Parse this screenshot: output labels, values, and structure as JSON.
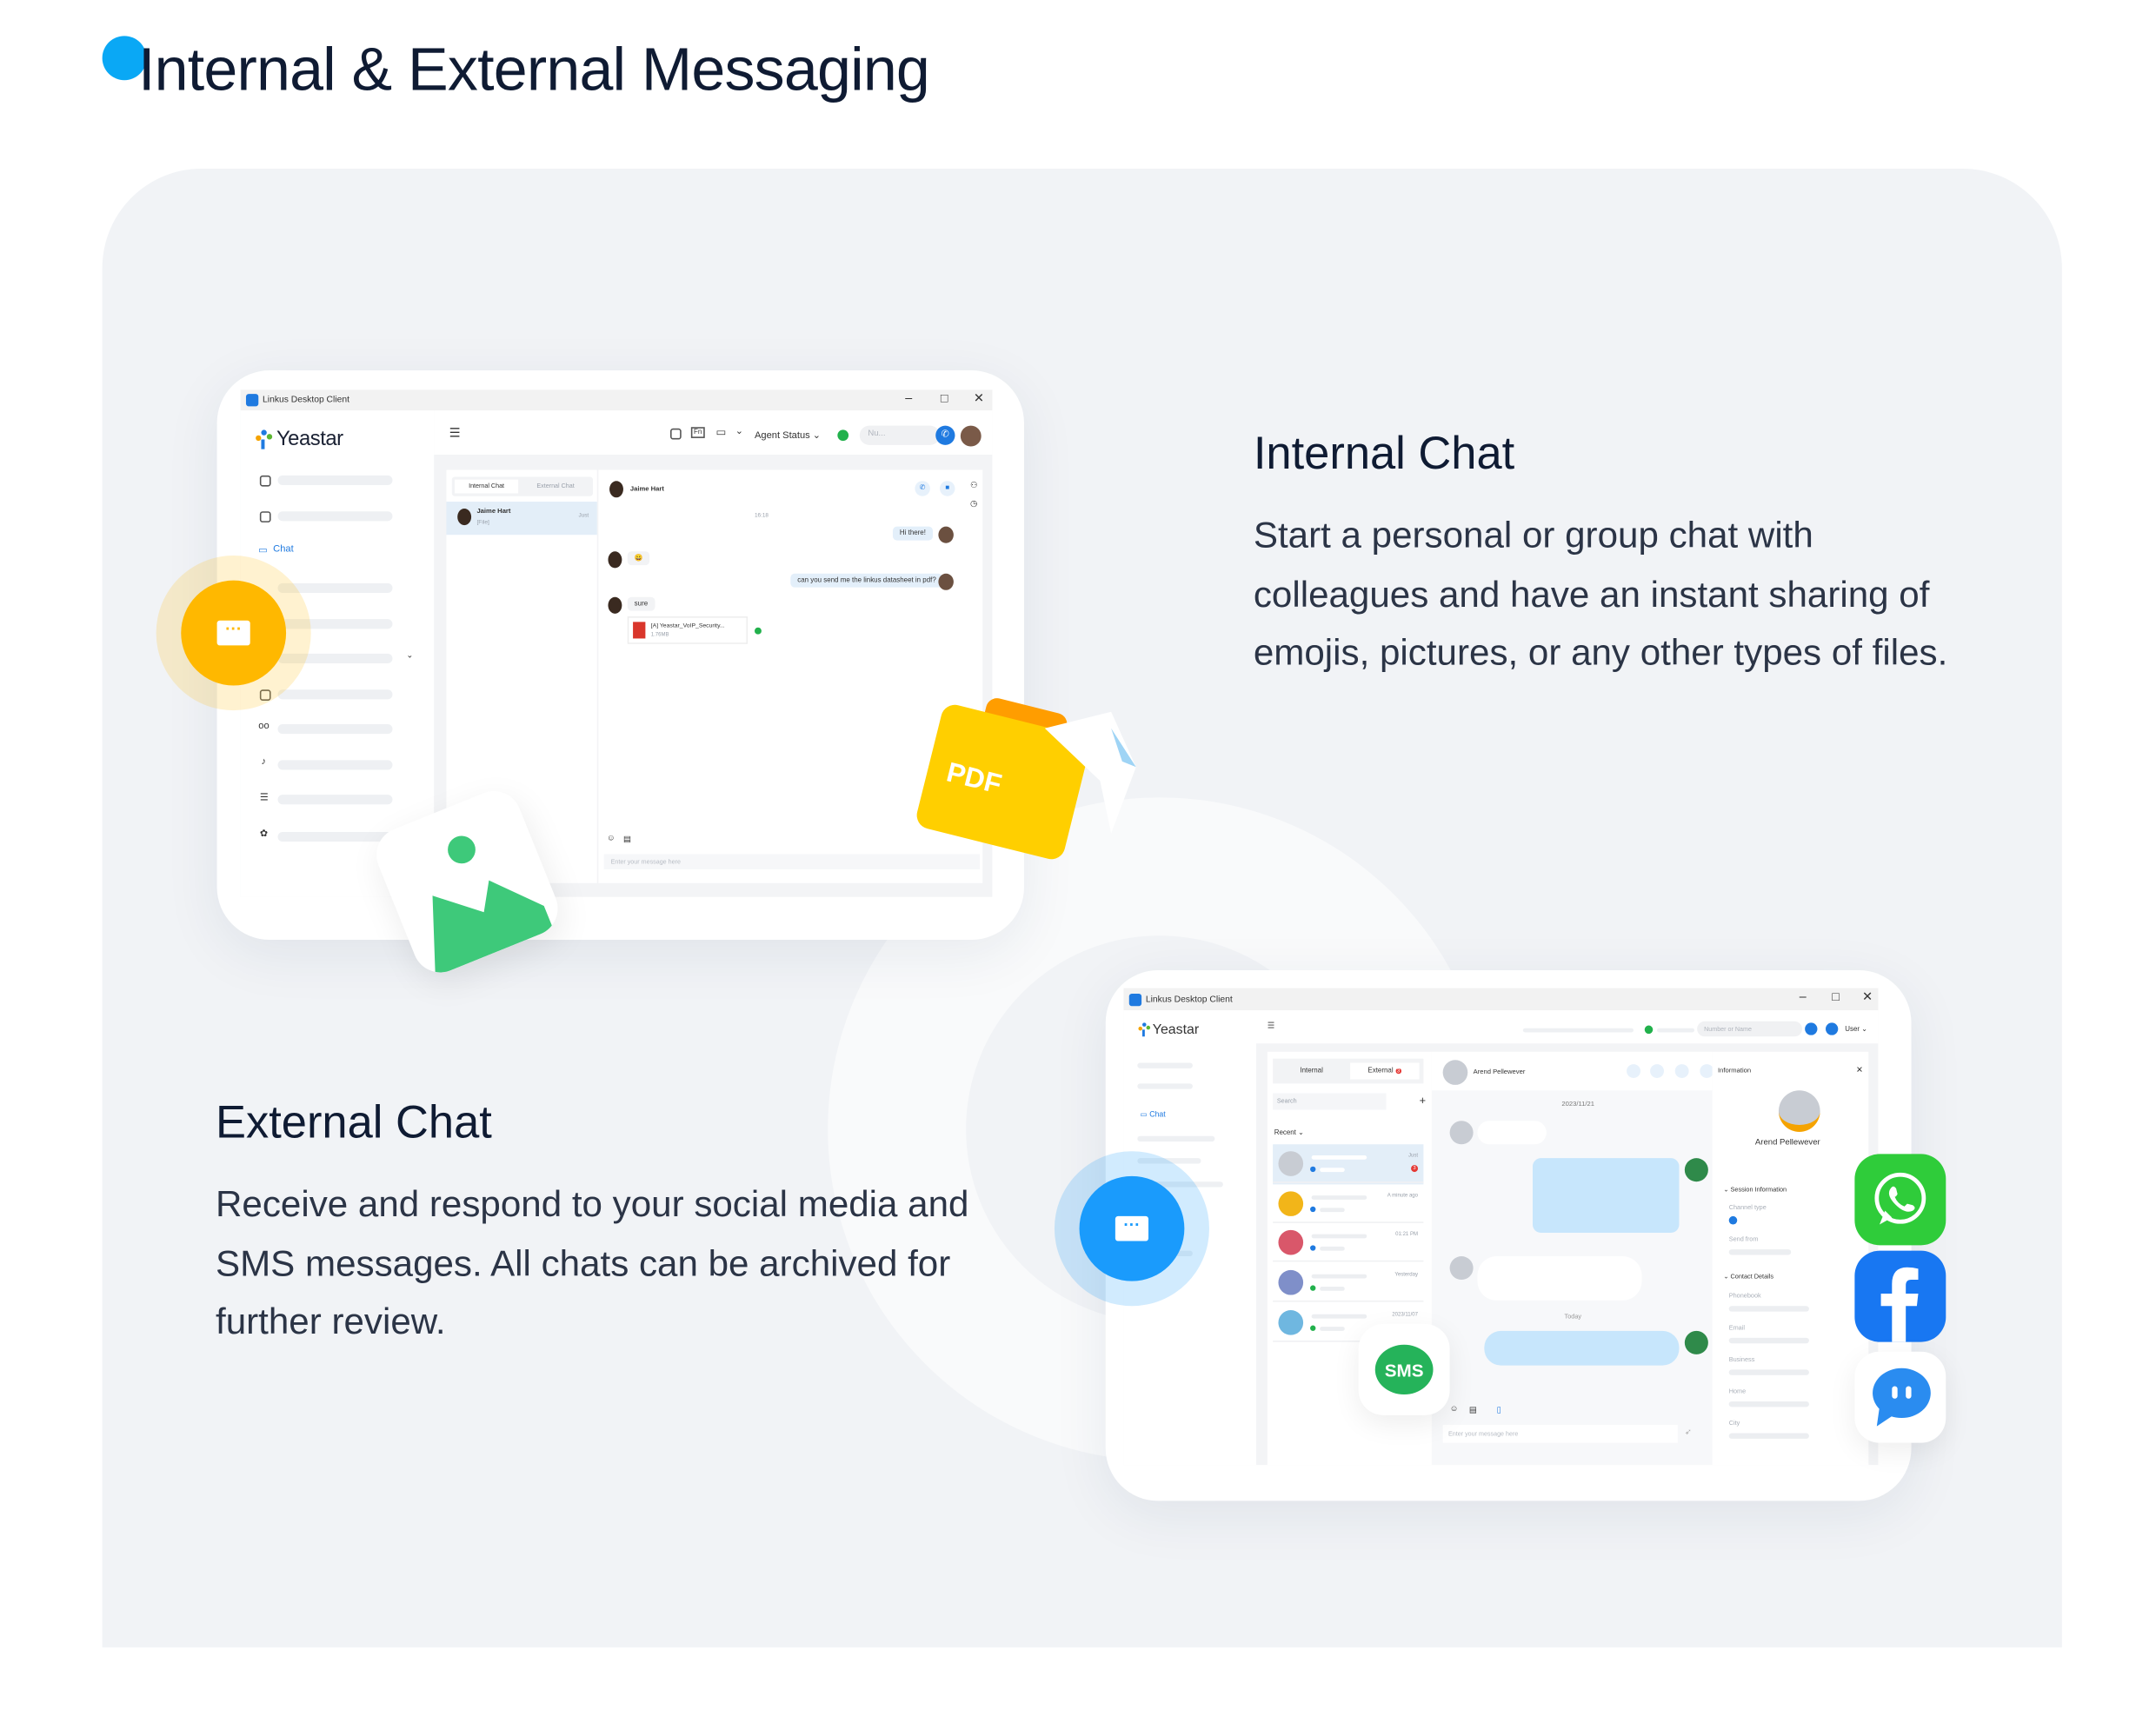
{
  "page": {
    "title": "Internal & External Messaging"
  },
  "internal": {
    "heading": "Internal Chat",
    "lines": [
      "Start a personal or group chat with",
      "colleagues and have an instant sharing of",
      "emojis, pictures, or any other types of files."
    ]
  },
  "external": {
    "heading": "External Chat",
    "lines": [
      "Receive and respond to your social media and",
      "SMS messages. All chats can be archived for",
      "further review."
    ]
  },
  "window1": {
    "app_title": "Linkus Desktop Client",
    "brand": "Yeastar",
    "sidebar_chat": "Chat",
    "agent_status": "Agent Status",
    "fn_label": "Fn",
    "dial_placeholder": "Nu...",
    "tabs": [
      "Internal Chat",
      "External Chat"
    ],
    "contact": {
      "name": "Jaime Hart",
      "preview": "[File]",
      "time": "Just"
    },
    "chat_header": "Jaime Hart",
    "messages": {
      "time": "16:18",
      "m1": "Hi there!",
      "m2": "😀",
      "m3": "can you send me the linkus datasheet in pdf?",
      "m4": "sure",
      "file_name": "[A] Yeastar_VoIP_Security...",
      "file_size": "1.76MB"
    },
    "input_placeholder": "Enter your message here"
  },
  "window2": {
    "app_title": "Linkus Desktop Client",
    "brand": "Yeastar",
    "sidebar_chat": "Chat",
    "dial_placeholder": "Number or Name",
    "user": "User",
    "tabs": [
      "Internal",
      "External"
    ],
    "external_badge": "3",
    "search_placeholder": "Search",
    "recent": "Recent",
    "list_times": [
      "Just",
      "A minute ago",
      "01:21 PM",
      "Yesterday",
      "2023/11/07"
    ],
    "unread_badge": "3",
    "chat_header": "Arend Pellewever",
    "date": "2023/11/21",
    "today": "Today",
    "input_placeholder": "Enter your message here",
    "info": {
      "title": "Information",
      "name": "Arend Pellewever",
      "session": "Session Information",
      "channel_type": "Channel type",
      "send_from": "Send from",
      "contact_details": "Contact Details",
      "phonebook": "Phonebook",
      "email": "Email",
      "business": "Business",
      "home": "Home",
      "city": "City"
    }
  },
  "decor": {
    "pdf": "PDF",
    "sms": "SMS"
  },
  "colors": {
    "accent": "#0aa8f5",
    "yellow": "#ffb800",
    "blue": "#1a9bfc",
    "whatsapp": "#2fcc3a",
    "facebook": "#1877f2"
  }
}
